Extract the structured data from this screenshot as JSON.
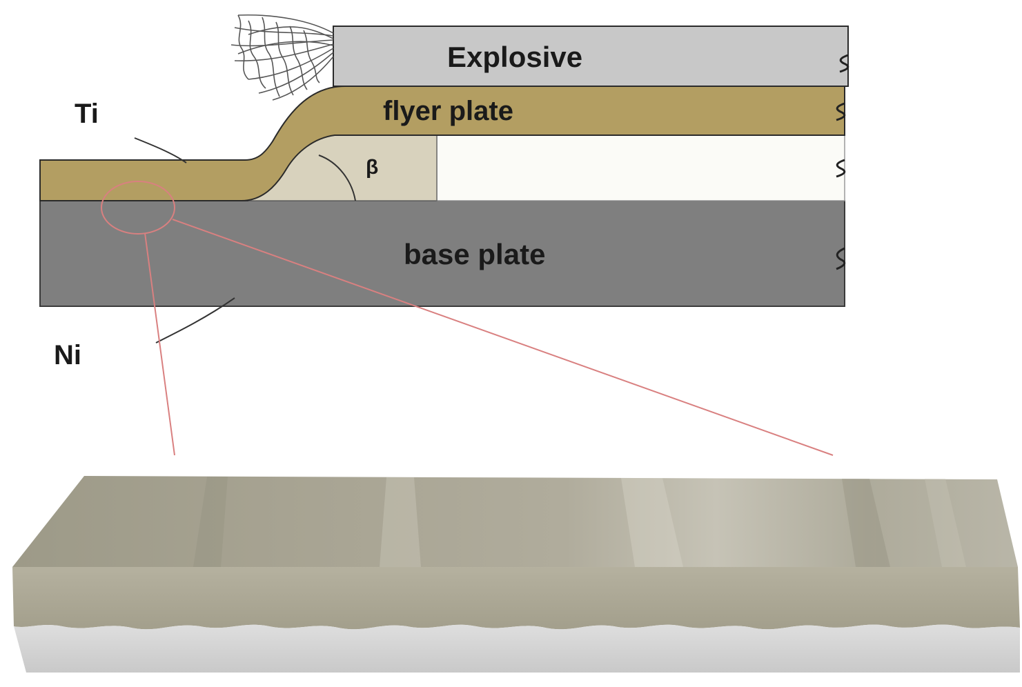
{
  "diagram": {
    "labels": {
      "explosive": "Explosive",
      "flyer_plate": "flyer plate",
      "base_plate": "base plate",
      "ti": "Ti",
      "ni": "Ni",
      "angle": "β"
    },
    "colors": {
      "explosive_fill": "#c8c8c8",
      "flyer_fill": "#b39e62",
      "base_fill": "#7f7f7f",
      "gap_fill": "#d8d2bd",
      "standoff_fill": "#fbfbf7",
      "zoom_line": "#d98080",
      "interface_top": "#9c9886",
      "interface_bottom": "#d9d9d9"
    }
  }
}
